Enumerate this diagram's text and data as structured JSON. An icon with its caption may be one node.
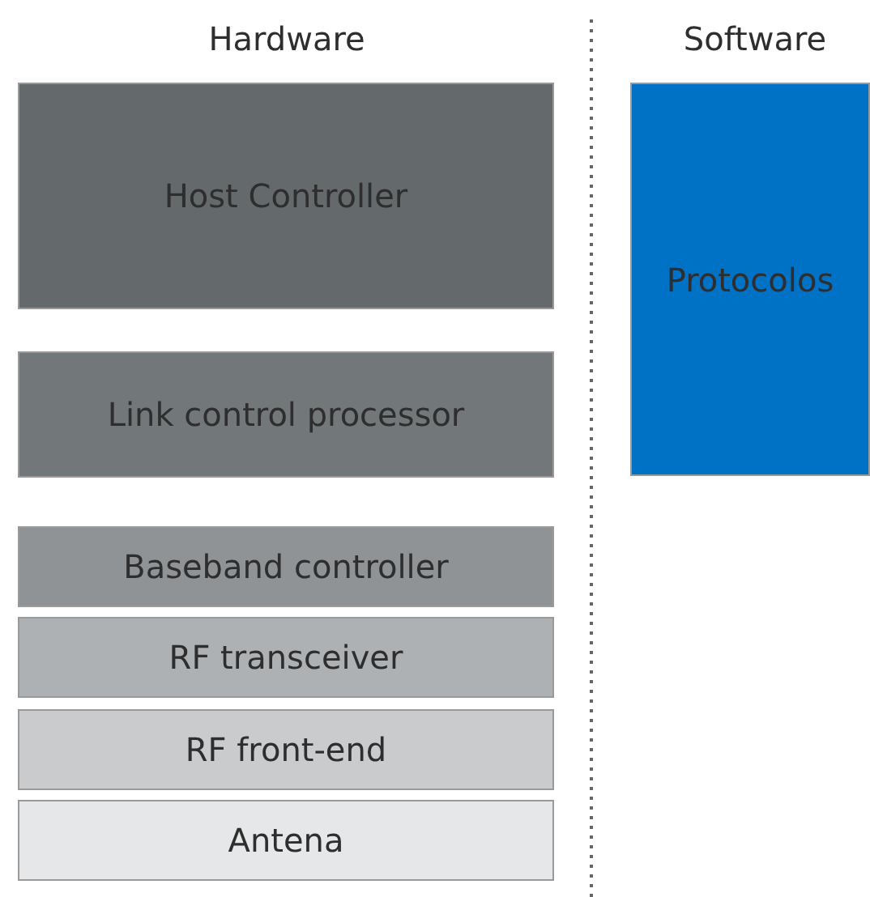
{
  "diagram": {
    "nodes": [
      {
        "text": [
          "Host Controller"
        ]
      },
      {
        "text": [
          "Link control processor"
        ]
      },
      {
        "text": [
          "Baseband controller"
        ]
      },
      {
        "text": [
          "RF transceiver"
        ]
      },
      {
        "text": [
          "RF front-end"
        ]
      },
      {
        "text": [
          "Antena"
        ]
      },
      {
        "text": [
          "Protocolos"
        ]
      }
    ],
    "edges": [],
    "labels": [
      "Hardware",
      "Software"
    ]
  }
}
